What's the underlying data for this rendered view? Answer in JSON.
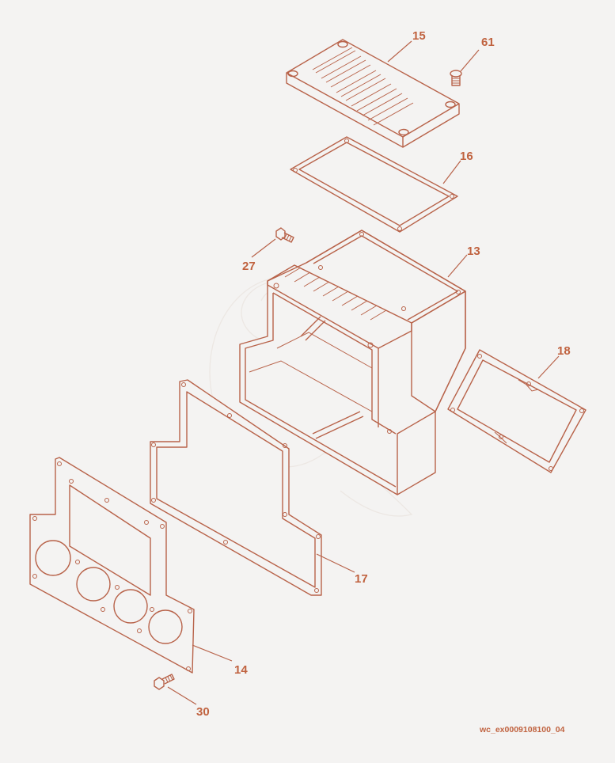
{
  "colors": {
    "background": "#f4f3f2",
    "linework": "#b8634a",
    "callout_text": "#c0623f"
  },
  "callouts": {
    "c15": "15",
    "c61": "61",
    "c16": "16",
    "c27": "27",
    "c13": "13",
    "c18": "18",
    "c17": "17",
    "c14": "14",
    "c30": "30"
  },
  "figure_code": "wc_ex0009108100_04"
}
